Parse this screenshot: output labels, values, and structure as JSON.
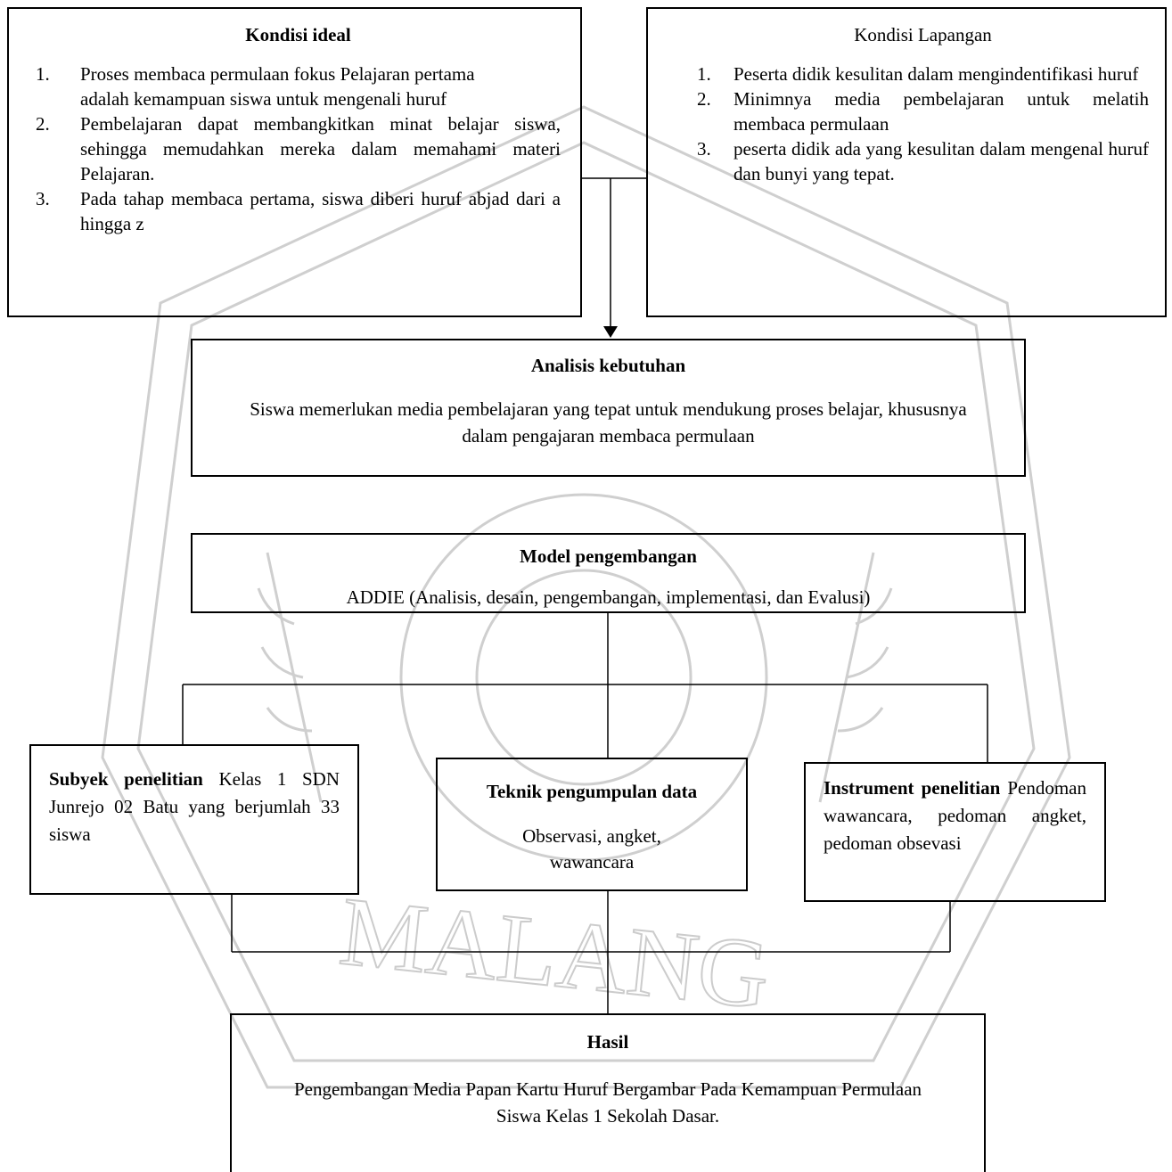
{
  "watermark": {
    "text": "MALANG",
    "color": "#c9c9c9"
  },
  "ideal": {
    "title": "Kondisi ideal",
    "items": [
      {
        "num": "1.",
        "text": "Proses membaca permulaan fokus Pelajaran pertama adalah kemampuan siswa untuk mengenali huruf"
      },
      {
        "num": "2.",
        "text": "Pembelajaran dapat membangkitkan minat belajar siswa, sehingga memudahkan mereka dalam memahami materi Pelajaran."
      },
      {
        "num": "3.",
        "text": "Pada tahap membaca pertama, siswa diberi huruf abjad dari a hingga z"
      }
    ]
  },
  "lapangan": {
    "title": "Kondisi Lapangan",
    "items": [
      {
        "num": "1.",
        "text": "Peserta didik kesulitan dalam mengindentifikasi huruf"
      },
      {
        "num": "2.",
        "text": "Minimnya media pembelajaran untuk melatih membaca permulaan"
      },
      {
        "num": "3.",
        "text": "peserta didik ada yang kesulitan dalam mengenal huruf dan bunyi yang tepat."
      }
    ]
  },
  "analisis": {
    "title": "Analisis kebutuhan",
    "text": "Siswa memerlukan media pembelajaran yang tepat untuk mendukung proses belajar, khususnya dalam pengajaran membaca permulaan"
  },
  "model": {
    "title": "Model pengembangan",
    "text": "ADDIE (Analisis, desain, pengembangan, implementasi, dan Evalusi)"
  },
  "subyek": {
    "title": "Subyek penelitian",
    "text": "Kelas 1 SDN Junrejo 02 Batu yang berjumlah 33 siswa"
  },
  "teknik": {
    "title": "Teknik pengumpulan data",
    "text": "Observasi, angket, wawancara"
  },
  "instrument": {
    "title": "Instrument penelitian",
    "text": "Pendoman wawancara, pedoman angket, pedoman obsevasi"
  },
  "hasil": {
    "title": "Hasil",
    "text": "Pengembangan Media Papan Kartu Huruf Bergambar Pada Kemampuan Permulaan Siswa Kelas 1 Sekolah Dasar."
  }
}
